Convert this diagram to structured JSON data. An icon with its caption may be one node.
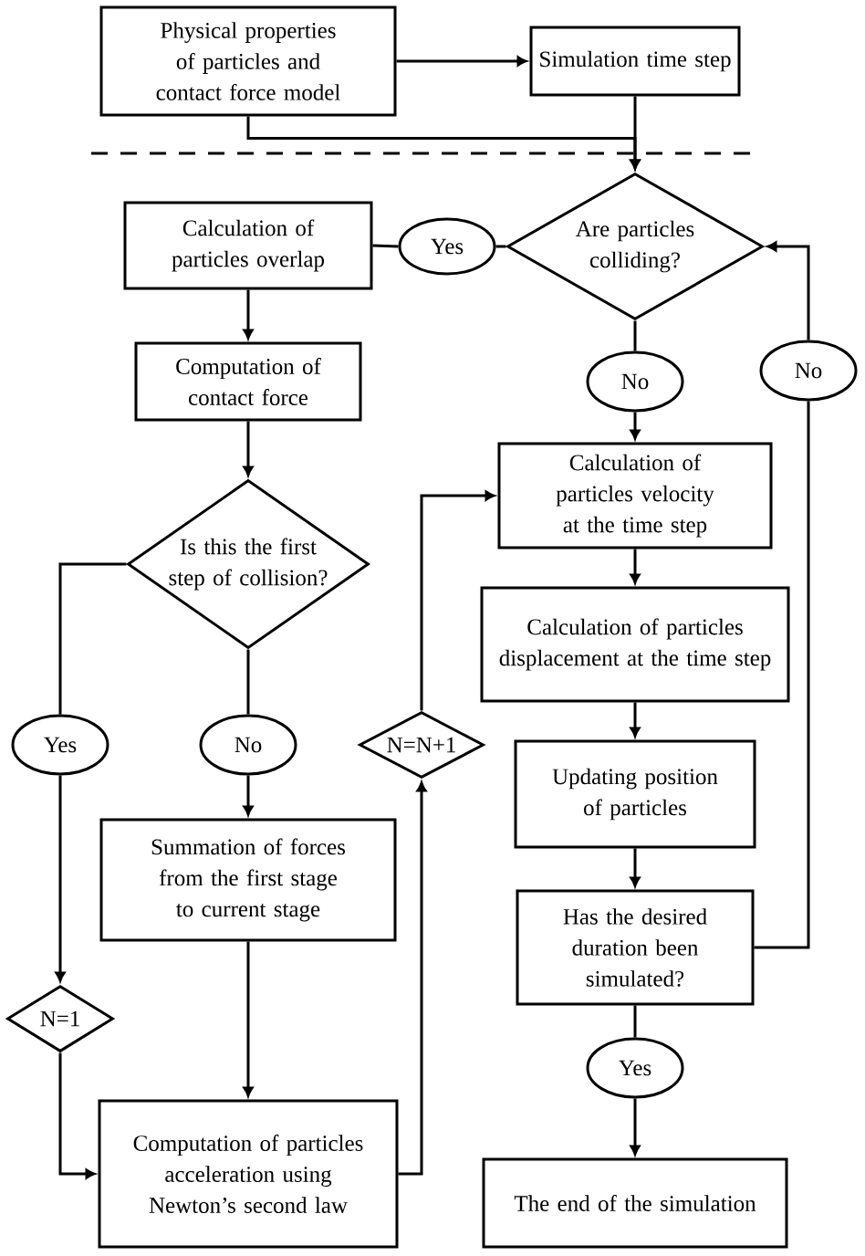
{
  "diagram": {
    "nodes": [
      {
        "text": [
          "Physical properties of particles and contact force model"
        ]
      },
      {
        "text": [
          "Simulation time step"
        ]
      },
      {
        "text": [
          "Are particles colliding?"
        ]
      },
      {
        "text": [
          "Yes"
        ]
      },
      {
        "text": [
          "Calculation of particles overlap"
        ]
      },
      {
        "text": [
          "Computation of contact force"
        ]
      },
      {
        "text": [
          "No"
        ]
      },
      {
        "text": [
          "No"
        ]
      },
      {
        "text": [
          "Is this the first step of collision?"
        ]
      },
      {
        "text": [
          "Yes"
        ]
      },
      {
        "text": [
          "No"
        ]
      },
      {
        "text": [
          "Summation of forces from the first stage to current stage"
        ]
      },
      {
        "text": [
          "N=1"
        ]
      },
      {
        "text": [
          "Computation of particles acceleration using Newton’s second law"
        ]
      },
      {
        "text": [
          "N=N+1"
        ]
      },
      {
        "text": [
          "Calculation of particles velocity at the time step"
        ]
      },
      {
        "text": [
          "Calculation of particles displacement at the time step"
        ]
      },
      {
        "text": [
          "Updating position of particles"
        ]
      },
      {
        "text": [
          "Has the desired duration been simulated?"
        ]
      },
      {
        "text": [
          "Yes"
        ]
      },
      {
        "text": [
          "The end of the simulation"
        ]
      }
    ],
    "edges": [
      {
        "from": 0,
        "to": 1,
        "arrow": "to"
      },
      {
        "from": 0,
        "to": 2,
        "arrow": "to"
      },
      {
        "from": 1,
        "to": 2,
        "arrow": "to"
      },
      {
        "from": 2,
        "to": 3,
        "arrow": "none"
      },
      {
        "from": 3,
        "to": 4,
        "arrow": "none"
      },
      {
        "from": 4,
        "to": 5,
        "arrow": "to"
      },
      {
        "from": 2,
        "to": 6,
        "arrow": "none"
      },
      {
        "from": 6,
        "to": 15,
        "arrow": "to"
      },
      {
        "from": 5,
        "to": 8,
        "arrow": "to"
      },
      {
        "from": 8,
        "to": 9,
        "arrow": "none"
      },
      {
        "from": 9,
        "to": 12,
        "arrow": "to"
      },
      {
        "from": 12,
        "to": 13,
        "arrow": "to"
      },
      {
        "from": 8,
        "to": 10,
        "arrow": "none"
      },
      {
        "from": 10,
        "to": 11,
        "arrow": "to"
      },
      {
        "from": 11,
        "to": 13,
        "arrow": "to"
      },
      {
        "from": 13,
        "to": 14,
        "arrow": "to"
      },
      {
        "from": 14,
        "to": 15,
        "arrow": "to"
      },
      {
        "from": 15,
        "to": 16,
        "arrow": "to"
      },
      {
        "from": 16,
        "to": 17,
        "arrow": "to"
      },
      {
        "from": 17,
        "to": 18,
        "arrow": "to"
      },
      {
        "from": 18,
        "to": 7,
        "arrow": "none"
      },
      {
        "from": 7,
        "to": 2,
        "arrow": "to"
      },
      {
        "from": 18,
        "to": 19,
        "arrow": "none"
      },
      {
        "from": 19,
        "to": 20,
        "arrow": "to"
      }
    ]
  }
}
